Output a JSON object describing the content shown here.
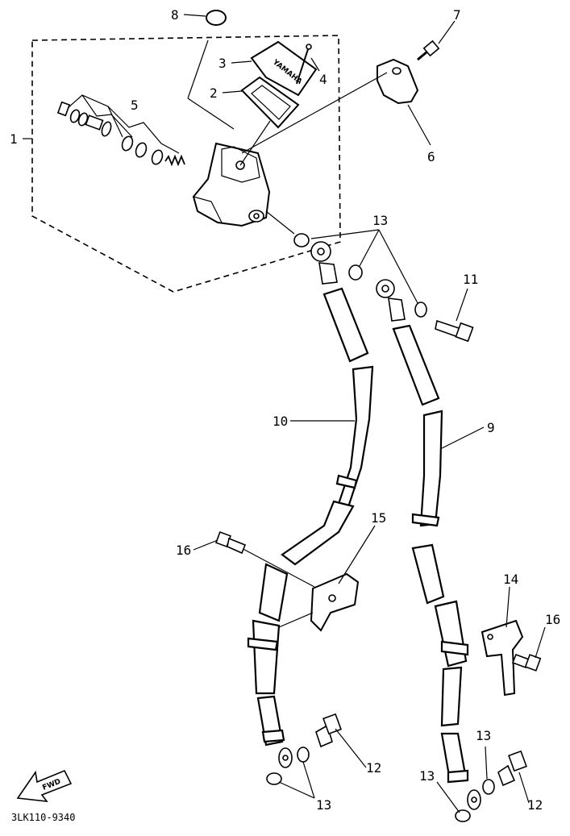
{
  "diagram": {
    "code": "3LK110-9340",
    "fwd_label": "FWD",
    "brand_text": "YAMAHA",
    "callouts": {
      "p1": "1",
      "p2": "2",
      "p3": "3",
      "p4": "4",
      "p5": "5",
      "p6": "6",
      "p7": "7",
      "p8": "8",
      "p9": "9",
      "p10": "10",
      "p11": "11",
      "p12a": "12",
      "p12b": "12",
      "p13a": "13",
      "p13b": "13",
      "p13c": "13",
      "p13d": "13",
      "p14": "14",
      "p15": "15",
      "p16a": "16",
      "p16b": "16"
    }
  }
}
